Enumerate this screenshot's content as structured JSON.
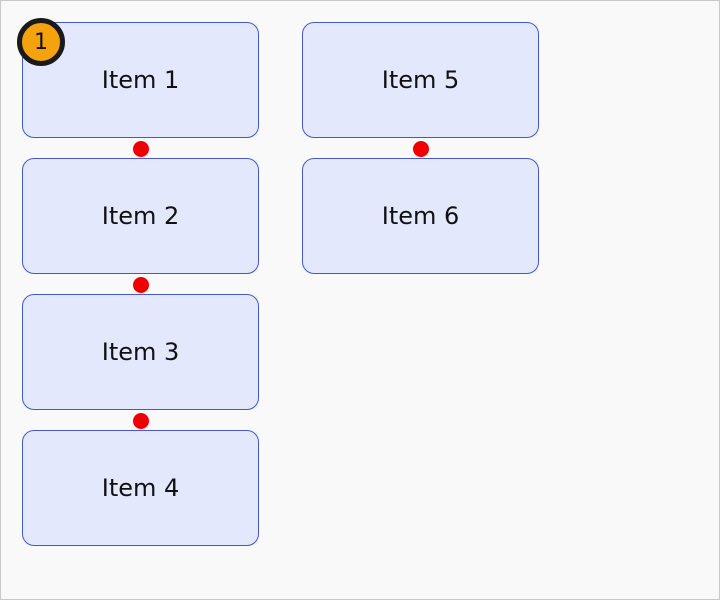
{
  "badge": {
    "number": "1"
  },
  "columns": [
    {
      "items": [
        {
          "label": "Item 1"
        },
        {
          "label": "Item 2"
        },
        {
          "label": "Item 3"
        },
        {
          "label": "Item 4"
        }
      ]
    },
    {
      "items": [
        {
          "label": "Item 5"
        },
        {
          "label": "Item 6"
        }
      ]
    }
  ],
  "colors": {
    "card_fill": "#e3e8fc",
    "card_border": "#4458c8",
    "connector": "#f00000",
    "badge_fill": "#f5a20f",
    "badge_ring": "#1a1a1a",
    "background": "#f9f9f9"
  }
}
